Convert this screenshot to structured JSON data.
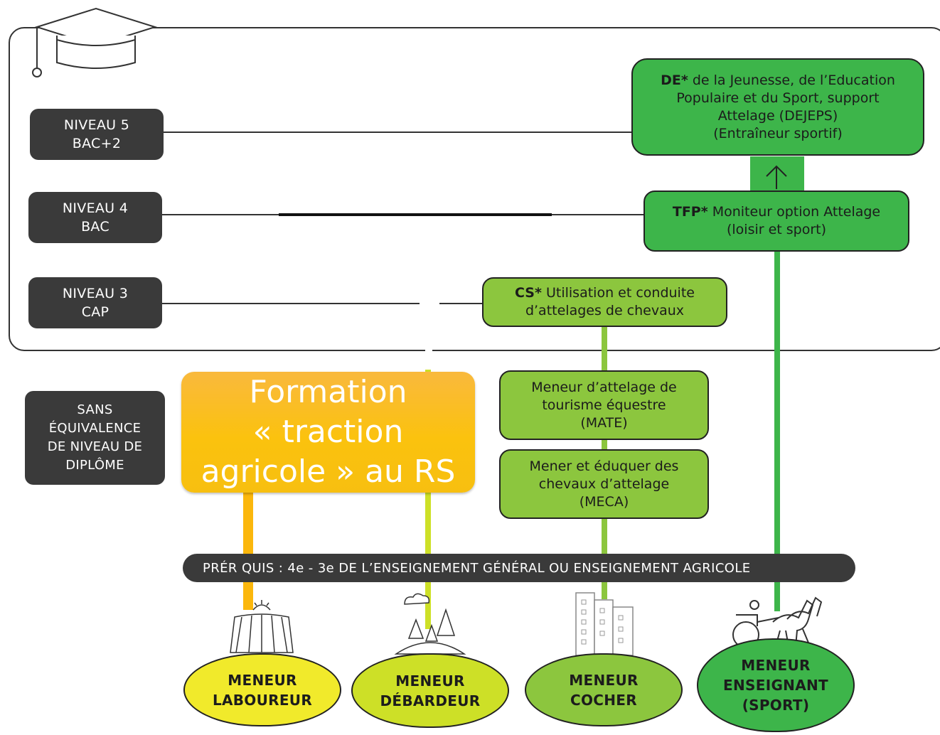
{
  "levels": [
    {
      "line1": "NIVEAU 5",
      "line2": "BAC+2"
    },
    {
      "line1": "NIVEAU 4",
      "line2": "BAC"
    },
    {
      "line1": "NIVEAU 3",
      "line2": "CAP"
    }
  ],
  "no_level": [
    "SANS",
    "ÉQUIVALENCE",
    "DE NIVEAU DE",
    "DIPLÔME"
  ],
  "dejeps": {
    "bold": "DE*",
    "l1": " de la Jeunesse, de l’Education",
    "l2": "Populaire et du Sport, support",
    "l3": "Attelage (DEJEPS)",
    "l4": "(Entraîneur sportif)"
  },
  "tfp": {
    "bold": "TFP*",
    "l1": " Moniteur option Attelage",
    "l2": "(loisir et sport)"
  },
  "cs": {
    "bold": "CS*",
    "l1": " Utilisation et conduite",
    "l2": "d’attelages de chevaux"
  },
  "mate": {
    "l1": "Meneur d’attelage de",
    "l2": "tourisme équestre",
    "l3": "(MATE)"
  },
  "meca": {
    "l1": "Mener et éduquer des",
    "l2": "chevaux d’attelage",
    "l3": "(MECA)"
  },
  "formation_rs": {
    "l1": "Formation",
    "l2": "« traction",
    "l3": "agricole » au RS"
  },
  "prerequis": {
    "text": "PRÉR QUIS : 4e - 3e DE L’ENSEIGNEMENT GÉNÉRAL OU ENSEIGNEMENT AGRICOLE"
  },
  "jobs": [
    {
      "l1": "MENEUR",
      "l2": "LABOUREUR",
      "color": "#f1ea2b"
    },
    {
      "l1": "MENEUR",
      "l2": "DÉBARDEUR",
      "color": "#cde027"
    },
    {
      "l1": "MENEUR",
      "l2": "COCHER",
      "color": "#8cc63e"
    },
    {
      "l1": "MENEUR",
      "l2": "ENSEIGNANT",
      "l3": "(SPORT)",
      "color": "#3db54a"
    }
  ],
  "colors": {
    "dark": "#3a3a3a",
    "green_dark": "#3db54a",
    "green_mid": "#8cc63e",
    "green_light": "#cde027",
    "orange": "#fbc20e"
  },
  "icons": [
    "graduation-cap-icon",
    "plowed-field-icon",
    "forest-icon",
    "city-buildings-icon",
    "horse-carriage-icon"
  ]
}
